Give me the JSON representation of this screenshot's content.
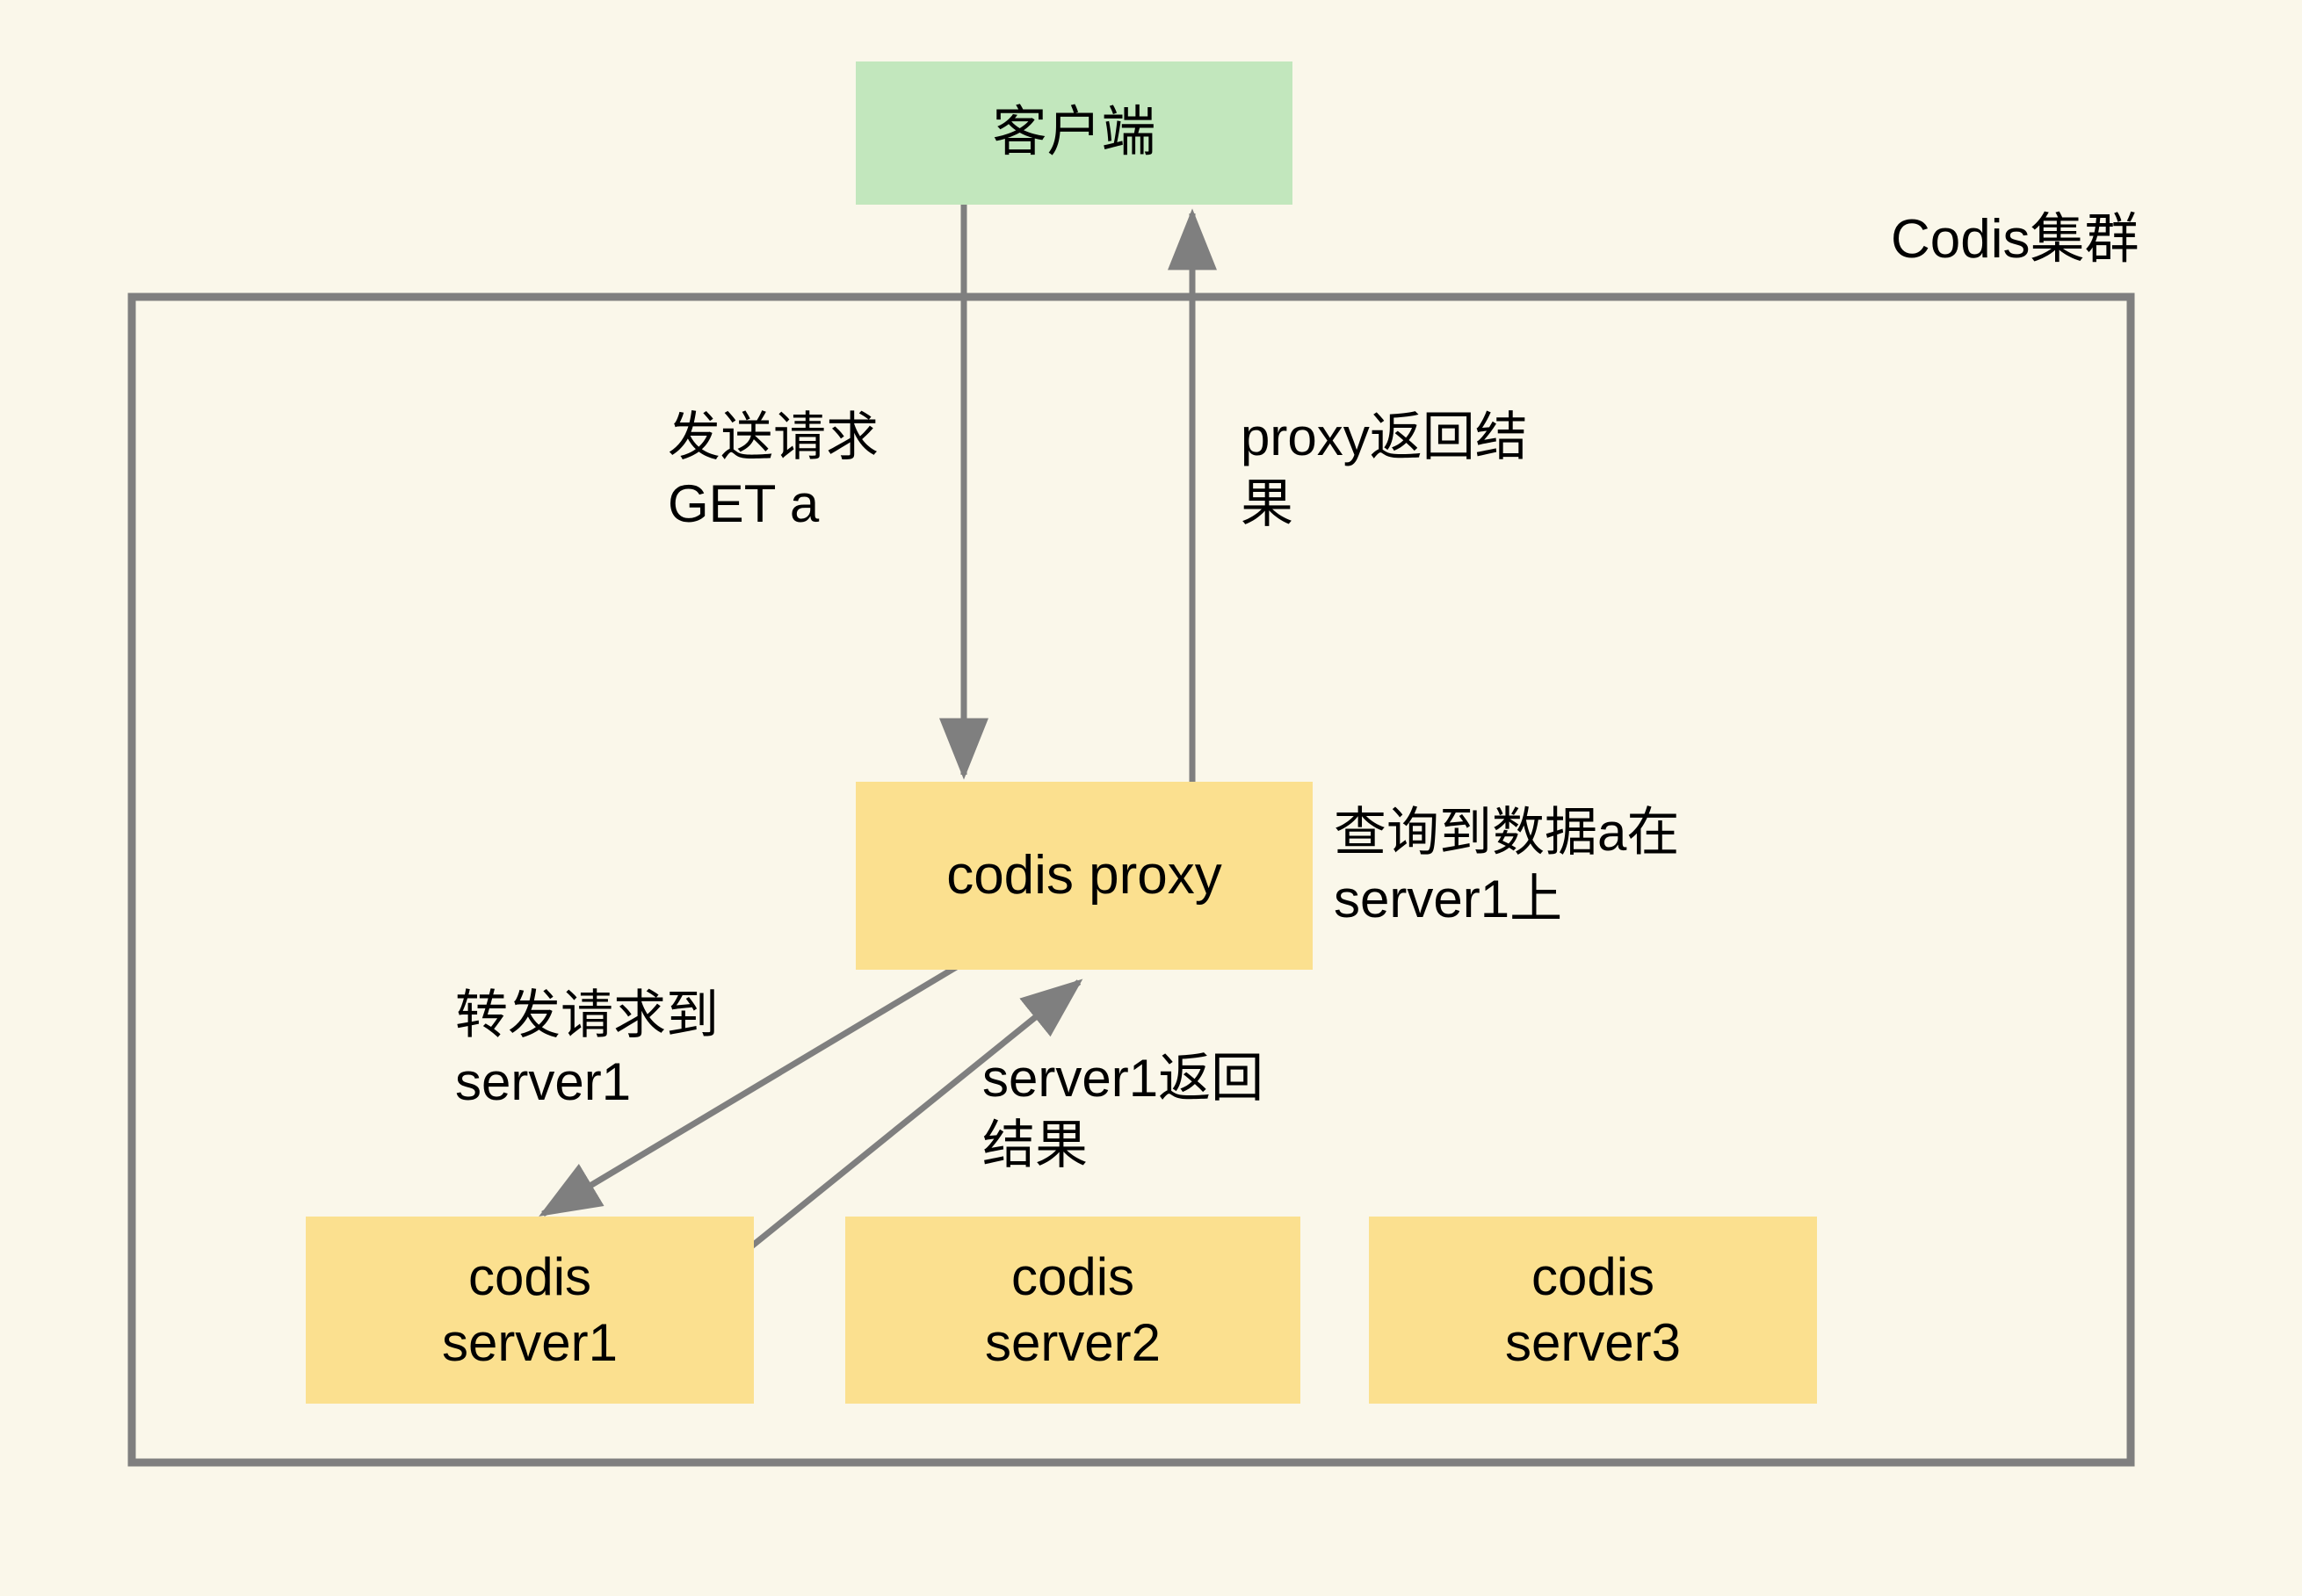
{
  "diagram": {
    "type": "flow-diagram",
    "background_color": "#faf7ea",
    "cluster": {
      "title": "Codis集群",
      "border_color": "#7f7f7f"
    },
    "colors": {
      "client_fill": "#c2e7bd",
      "node_fill": "#fbe08f",
      "arrow": "#7f7f7f",
      "text": "#000000"
    },
    "nodes": {
      "client": "客户端",
      "proxy": "codis proxy",
      "server1": "codis\nserver1",
      "server2": "codis\nserver2",
      "server3": "codis\nserver3"
    },
    "edge_labels": {
      "client_to_proxy": "发送请求\nGET a",
      "proxy_to_client": "proxy返回结\n果",
      "proxy_lookup": "查询到数据a在\nserver1上",
      "proxy_to_server1": "转发请求到\nserver1",
      "server1_to_proxy": "server1返回\n结果"
    }
  }
}
